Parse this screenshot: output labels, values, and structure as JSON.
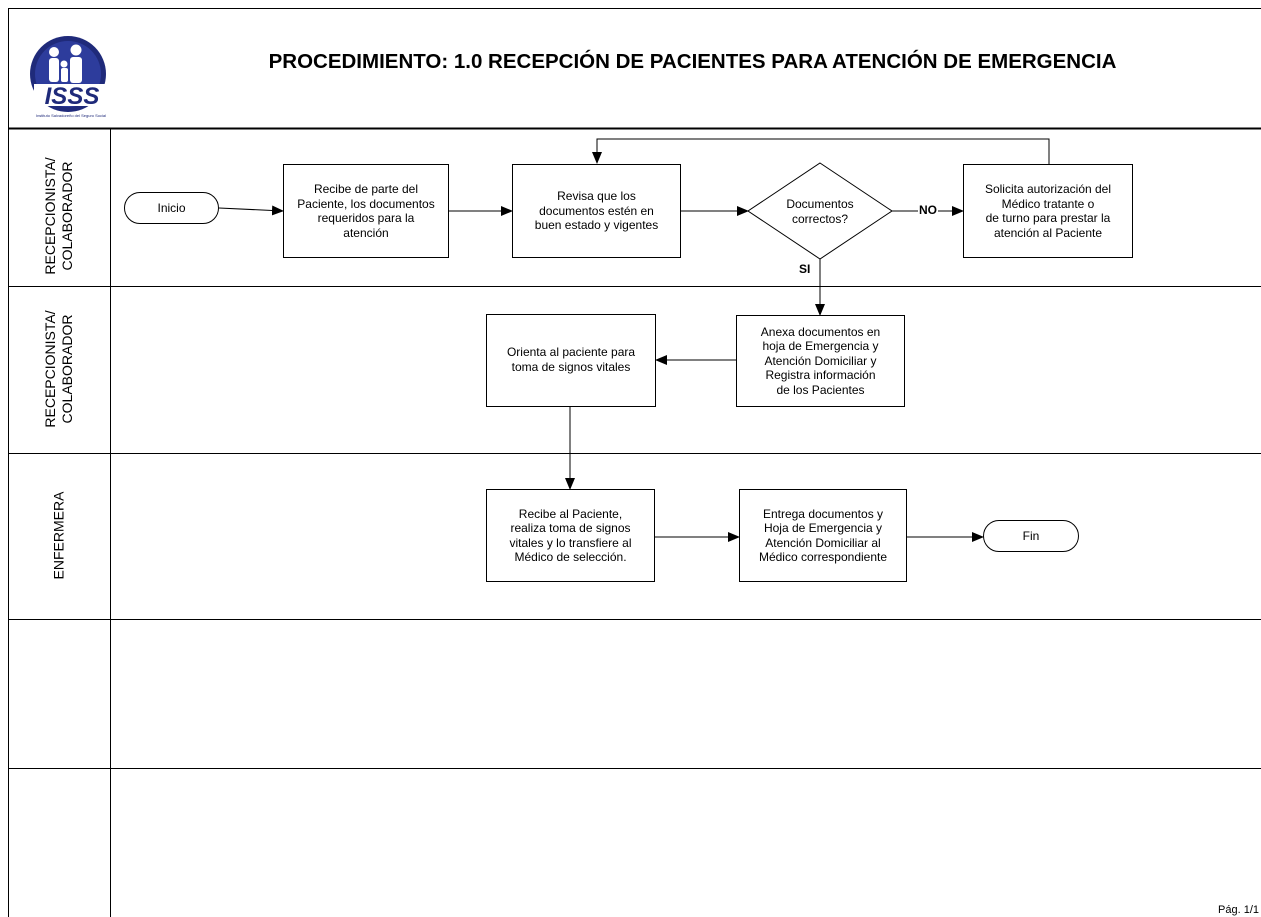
{
  "header": {
    "title": "PROCEDIMIENTO: 1.0 RECEPCIÓN DE PACIENTES PARA ATENCIÓN DE EMERGENCIA",
    "logo_text": "ISSS",
    "logo_caption": "Instituto Salvadoreño del Seguro Social"
  },
  "lanes": [
    {
      "label": "RECEPCIONISTA/\nCOLABORADOR"
    },
    {
      "label": "RECEPCIONISTA/\nCOLABORADOR"
    },
    {
      "label": "ENFERMERA"
    },
    {
      "label": ""
    },
    {
      "label": ""
    }
  ],
  "nodes": {
    "inicio": "Inicio",
    "recibe_docs": "Recibe de parte del\nPaciente, los documentos\nrequeridos para la\natención",
    "revisa": "Revisa que los\ndocumentos estén en\nbuen estado y vigentes",
    "decision": "Documentos\ncorrectos?",
    "solicita": "Solicita autorización del\nMédico tratante o\nde turno para prestar la\natención al Paciente",
    "anexa": "Anexa documentos en\nhoja de Emergencia y\nAtención Domiciliar y\nRegistra información\nde los Pacientes",
    "orienta": "Orienta al paciente para\ntoma de signos vitales",
    "recibe_paciente": "Recibe al Paciente,\nrealiza toma de signos\nvitales y lo transfiere al\nMédico de selección.",
    "entrega": "Entrega documentos y\nHoja de Emergencia y\nAtención Domiciliar al\nMédico correspondiente",
    "fin": "Fin"
  },
  "edge_labels": {
    "no": "NO",
    "si": "SI"
  },
  "footer": {
    "page": "Pág. 1/1"
  }
}
